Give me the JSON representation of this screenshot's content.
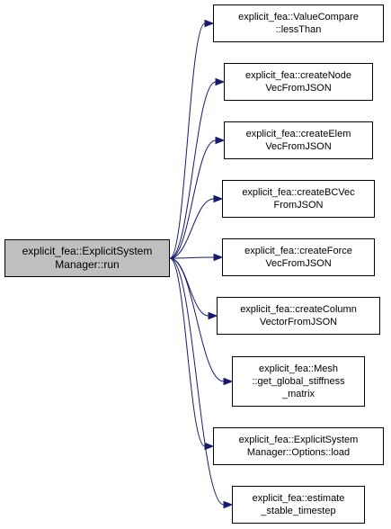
{
  "colors": {
    "edge": "#191970",
    "node_border": "#000000",
    "root_fill": "#bfbfbf",
    "node_fill": "#ffffff"
  },
  "root": {
    "lines": [
      "explicit_fea::ExplicitSystem",
      "Manager::run"
    ]
  },
  "callees": [
    {
      "lines": [
        "explicit_fea::ValueCompare",
        "::lessThan"
      ]
    },
    {
      "lines": [
        "explicit_fea::createNode",
        "VecFromJSON"
      ]
    },
    {
      "lines": [
        "explicit_fea::createElem",
        "VecFromJSON"
      ]
    },
    {
      "lines": [
        "explicit_fea::createBCVec",
        "FromJSON"
      ]
    },
    {
      "lines": [
        "explicit_fea::createForce",
        "VecFromJSON"
      ]
    },
    {
      "lines": [
        "explicit_fea::createColumn",
        "VectorFromJSON"
      ]
    },
    {
      "lines": [
        "explicit_fea::Mesh",
        "::get_global_stiffness",
        "_matrix"
      ]
    },
    {
      "lines": [
        "explicit_fea::ExplicitSystem",
        "Manager::Options::load"
      ]
    },
    {
      "lines": [
        "explicit_fea::estimate",
        "_stable_timestep"
      ]
    }
  ]
}
